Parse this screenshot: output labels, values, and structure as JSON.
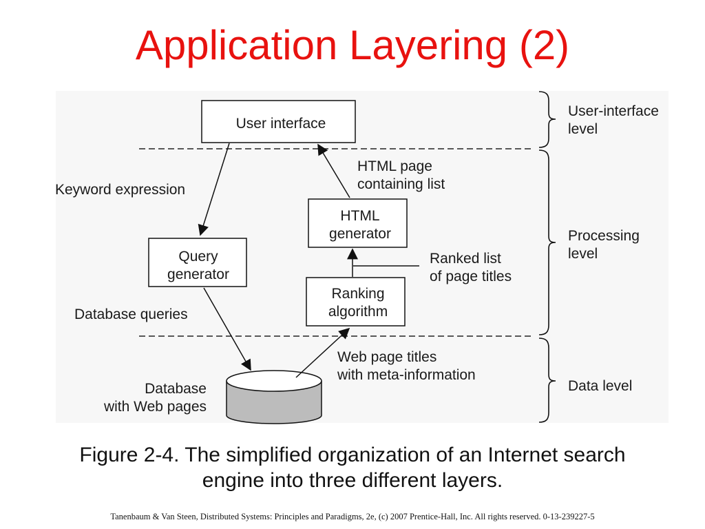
{
  "slide": {
    "title": "Application Layering (2)",
    "caption_line1": "Figure 2-4. The simplified organization of an Internet search",
    "caption_line2": "engine into three different layers.",
    "footer": "Tanenbaum & Van Steen, Distributed Systems: Principles and Paradigms, 2e, (c) 2007 Prentice-Hall, Inc. All rights reserved. 0-13-239227-5"
  },
  "colors": {
    "title": "#e8120f",
    "database_fill": "#bcbcbc",
    "panel_background": "#f7f7f7"
  },
  "diagram": {
    "boxes": {
      "user_interface": [
        "User interface"
      ],
      "query_generator": [
        "Query",
        "generator"
      ],
      "html_generator": [
        "HTML",
        "generator"
      ],
      "ranking_algorithm": [
        "Ranking",
        "algorithm"
      ]
    },
    "database": [
      "Database",
      "with Web pages"
    ],
    "labels": {
      "keyword_expression": [
        "Keyword expression"
      ],
      "html_page": [
        "HTML page",
        "containing list"
      ],
      "ranked_list": [
        "Ranked list",
        "of page titles"
      ],
      "database_queries": [
        "Database queries"
      ],
      "web_page_titles": [
        "Web page titles",
        "with meta-information"
      ]
    },
    "levels": {
      "user_interface": [
        "User-interface",
        "level"
      ],
      "processing": [
        "Processing",
        "level"
      ],
      "data": [
        "Data level"
      ]
    }
  }
}
